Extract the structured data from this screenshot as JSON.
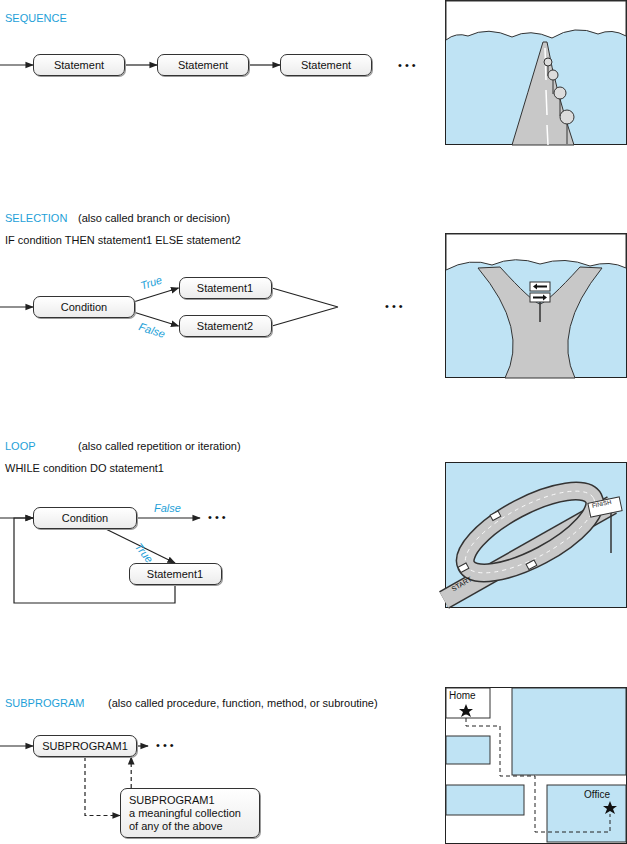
{
  "diagram": {
    "nodes": [
      {
        "text": [
          "Statement"
        ]
      },
      {
        "text": [
          "Statement"
        ]
      },
      {
        "text": [
          "Statement"
        ]
      },
      {
        "text": [
          "Condition"
        ]
      },
      {
        "text": [
          "Statement1"
        ]
      },
      {
        "text": [
          "Statement2"
        ]
      },
      {
        "text": [
          "Condition"
        ]
      },
      {
        "text": [
          "Statement1"
        ]
      },
      {
        "text": [
          "SUBPROGRAM1"
        ]
      },
      {
        "text": [
          "SUBPROGRAM1",
          "a meaningful collection of any of the above"
        ]
      }
    ],
    "edges": [
      {
        "from": 0,
        "to": 1,
        "arrow": "to"
      },
      {
        "from": 1,
        "to": 2,
        "arrow": "to"
      },
      {
        "from": 3,
        "to": 4,
        "arrow": "to",
        "label": "True"
      },
      {
        "from": 3,
        "to": 5,
        "arrow": "to",
        "label": "False"
      },
      {
        "from": 6,
        "to": 7,
        "arrow": "to",
        "label": "True"
      },
      {
        "from": 7,
        "to": 6,
        "arrow": "to"
      },
      {
        "from": 8,
        "to": 9,
        "arrow": "to"
      },
      {
        "from": 9,
        "to": 8,
        "arrow": "to"
      }
    ],
    "labels": [
      "SEQUENCE",
      "• • •",
      "SELECTION",
      "(also called branch or decision)",
      "IF condition THEN statement1 ELSE statement2",
      "• • •",
      "LOOP",
      "(also called repetition or iteration)",
      "WHILE condition DO statement1",
      "False",
      "• • •",
      "SUBPROGRAM",
      "(also called procedure, function, method, or subroutine)",
      "• • •",
      "START",
      "FINISH",
      "Home",
      "Office"
    ]
  }
}
